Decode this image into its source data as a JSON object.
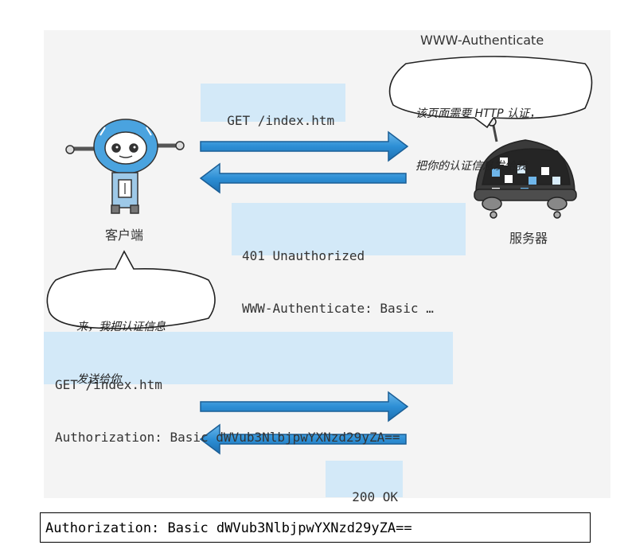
{
  "request1": {
    "line1": "GET /index.htm"
  },
  "response1": {
    "line1": "401 Unauthorized",
    "line2": "WWW-Authenticate: Basic …"
  },
  "request2": {
    "line1": "GET /index.htm",
    "line2": "Authorization: Basic dWVub3NlbjpwYXNzd29yZA=="
  },
  "response2": {
    "line1": "200 OK"
  },
  "client": {
    "label": "客户端"
  },
  "server": {
    "label": "服务器",
    "header_label": "WWW-Authenticate"
  },
  "server_bubble": {
    "line1": "该页面需要 HTTP 认证，",
    "line2": "把你的认证信息发给我"
  },
  "client_bubble": {
    "line1": "来，我把认证信息",
    "line2": "发送给你"
  },
  "footer": {
    "text": "Authorization: Basic dWVub3NlbjpwYXNzd29yZA=="
  },
  "colors": {
    "arrow": "#2d8fd5",
    "box": "#d3e9f8",
    "panel": "#f4f4f4",
    "robot": "#4aa3df",
    "server_body": "#3a3a3a"
  },
  "icons": [
    "client-robot-icon",
    "server-robot-icon",
    "arrow-right-icon",
    "arrow-left-icon"
  ]
}
